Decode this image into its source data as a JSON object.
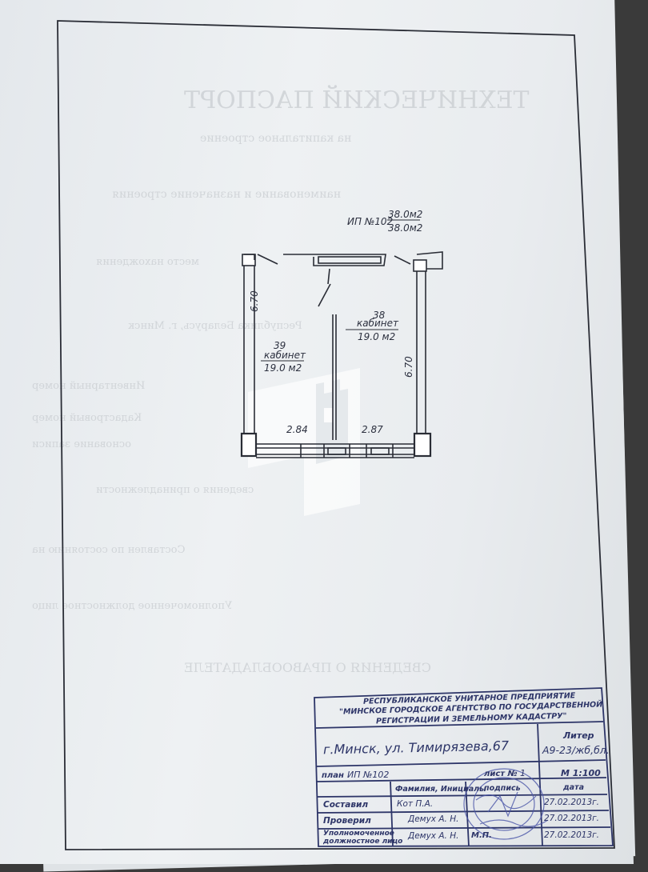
{
  "plan": {
    "ip_label": "ИП №102",
    "area_top": "38.0м2",
    "area_bottom": "38.0м2",
    "room_38_num": "38",
    "room_38_name": "кабинет",
    "room_38_area": "19.0 м2",
    "room_39_num": "39",
    "room_39_name": "кабинет",
    "room_39_area": "19.0 м2",
    "dim_left": "6.70",
    "dim_right": "6.70",
    "dim_bottom_left": "2.84",
    "dim_bottom_right": "2.87"
  },
  "title_block": {
    "org_line1": "РЕСПУБЛИКАНСКОЕ УНИТАРНОЕ ПРЕДПРИЯТИЕ",
    "org_line2": "\"МИНСКОЕ ГОРОДСКОЕ АГЕНТСТВО ПО ГОСУДАРСТВЕННОЙ",
    "org_line3": "РЕГИСТРАЦИИ И ЗЕМЕЛЬНОМУ КАДАСТРУ\"",
    "address": "г.Минск, ул. Тимирязева,67",
    "liter_label": "Литер",
    "liter_value": "А9-23/жб,бл.",
    "plan_label": "план",
    "plan_value": "ИП №102",
    "sheet_label": "лист №",
    "sheet_value": "1",
    "scale": "М 1:100",
    "col_name": "Фамилия, Инициалы",
    "col_sign": "подпись",
    "col_date": "дата",
    "row1_role": "Составил",
    "row1_name": "Кот П.А.",
    "row1_date": "27.02.2013г.",
    "row2_role": "Проверил",
    "row2_name": "Демух А. Н.",
    "row2_date": "27.02.2013г.",
    "row3_role_line1": "Уполномоченное",
    "row3_role_line2": "должностное лицо",
    "row3_name": "Демух А. Н.",
    "row3_mp": "М.П.",
    "row3_date": "27.02.2013г."
  }
}
